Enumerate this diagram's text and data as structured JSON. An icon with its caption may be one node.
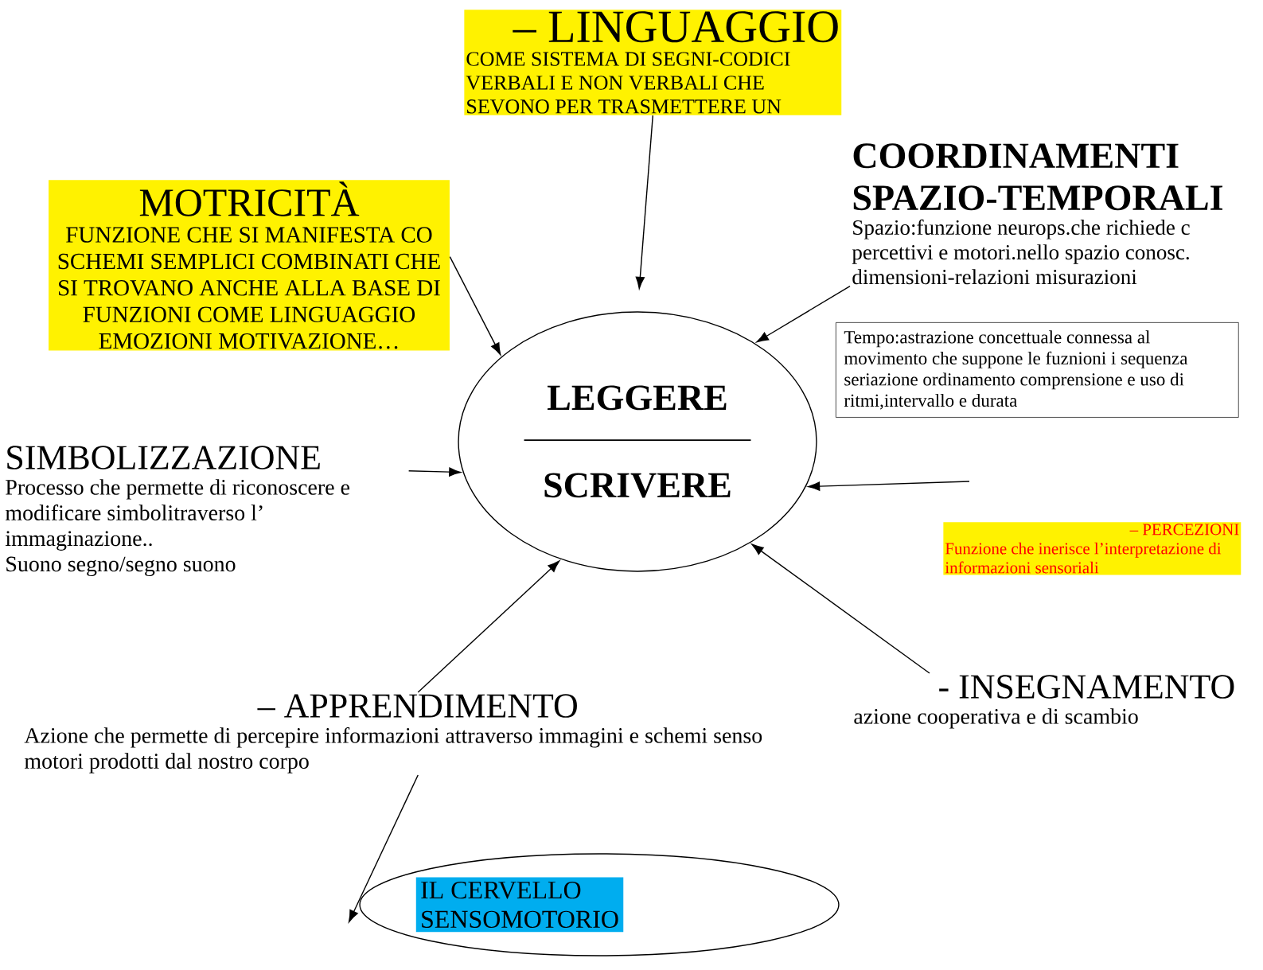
{
  "diagram": {
    "nodes": [
      {
        "text": [
          "– LINGUAGGIO",
          "COME SISTEMA DI SEGNI-CODICI VERBALI E NON VERBALI CHE SEVONO PER TRASMETTERE UN"
        ]
      },
      {
        "text": [
          "MOTRICITÀ",
          "FUNZIONE  CHE SI MANIFESTA CO SCHEMI SEMPLICI COMBINATI CHE SI TROVANO ANCHE ALLA BASE DI FUNZIONI COME LINGUAGGIO EMOZIONI MOTIVAZIONE…"
        ]
      },
      {
        "text": [
          "COORDINAMENTI SPAZIO-TEMPORALI",
          "Spazio:funzione neurops.che richiede c percettivi e motori.nello spazio conosc. dimensioni-relazioni misurazioni"
        ]
      },
      {
        "text": [
          "Tempo:astrazione concettuale connessa al movimento che suppone le fuznioni i sequenza seriazione ordinamento comprensione e uso di ritmi,intervallo e durata"
        ]
      },
      {
        "text": [
          "LEGGERE",
          "SCRIVERE"
        ]
      },
      {
        "text": [
          "SIMBOLIZZAZIONE",
          "Processo che permette di riconoscere e modificare simbolitraverso l’ immaginazione..",
          "Suono segno/segno suono"
        ]
      },
      {
        "text": [
          "– PERCEZIONI",
          "Funzione che inerisce l’interpretazione di informazioni sensoriali"
        ]
      },
      {
        "text": [
          "– APPRENDIMENTO",
          "Azione che permette di percepire informazioni attraverso immagini e schemi senso motori prodotti dal nostro corpo"
        ]
      },
      {
        "text": [
          "- INSEGNAMENTO",
          "azione cooperativa e di scambio"
        ]
      },
      {
        "text": [
          "IL CERVELLO SENSOMOTORIO"
        ]
      }
    ],
    "edges": [
      {
        "from": 0,
        "to": 4,
        "arrow": "to"
      },
      {
        "from": 1,
        "to": 4,
        "arrow": "to"
      },
      {
        "from": 2,
        "to": 4,
        "arrow": "to"
      },
      {
        "from": 5,
        "to": 4,
        "arrow": "to"
      },
      {
        "from": null,
        "to": 4,
        "arrow": "to"
      },
      {
        "from": 7,
        "to": 4,
        "arrow": "to"
      },
      {
        "from": 8,
        "to": 4,
        "arrow": "to"
      },
      {
        "from": 7,
        "to": 9,
        "arrow": "to"
      }
    ]
  }
}
